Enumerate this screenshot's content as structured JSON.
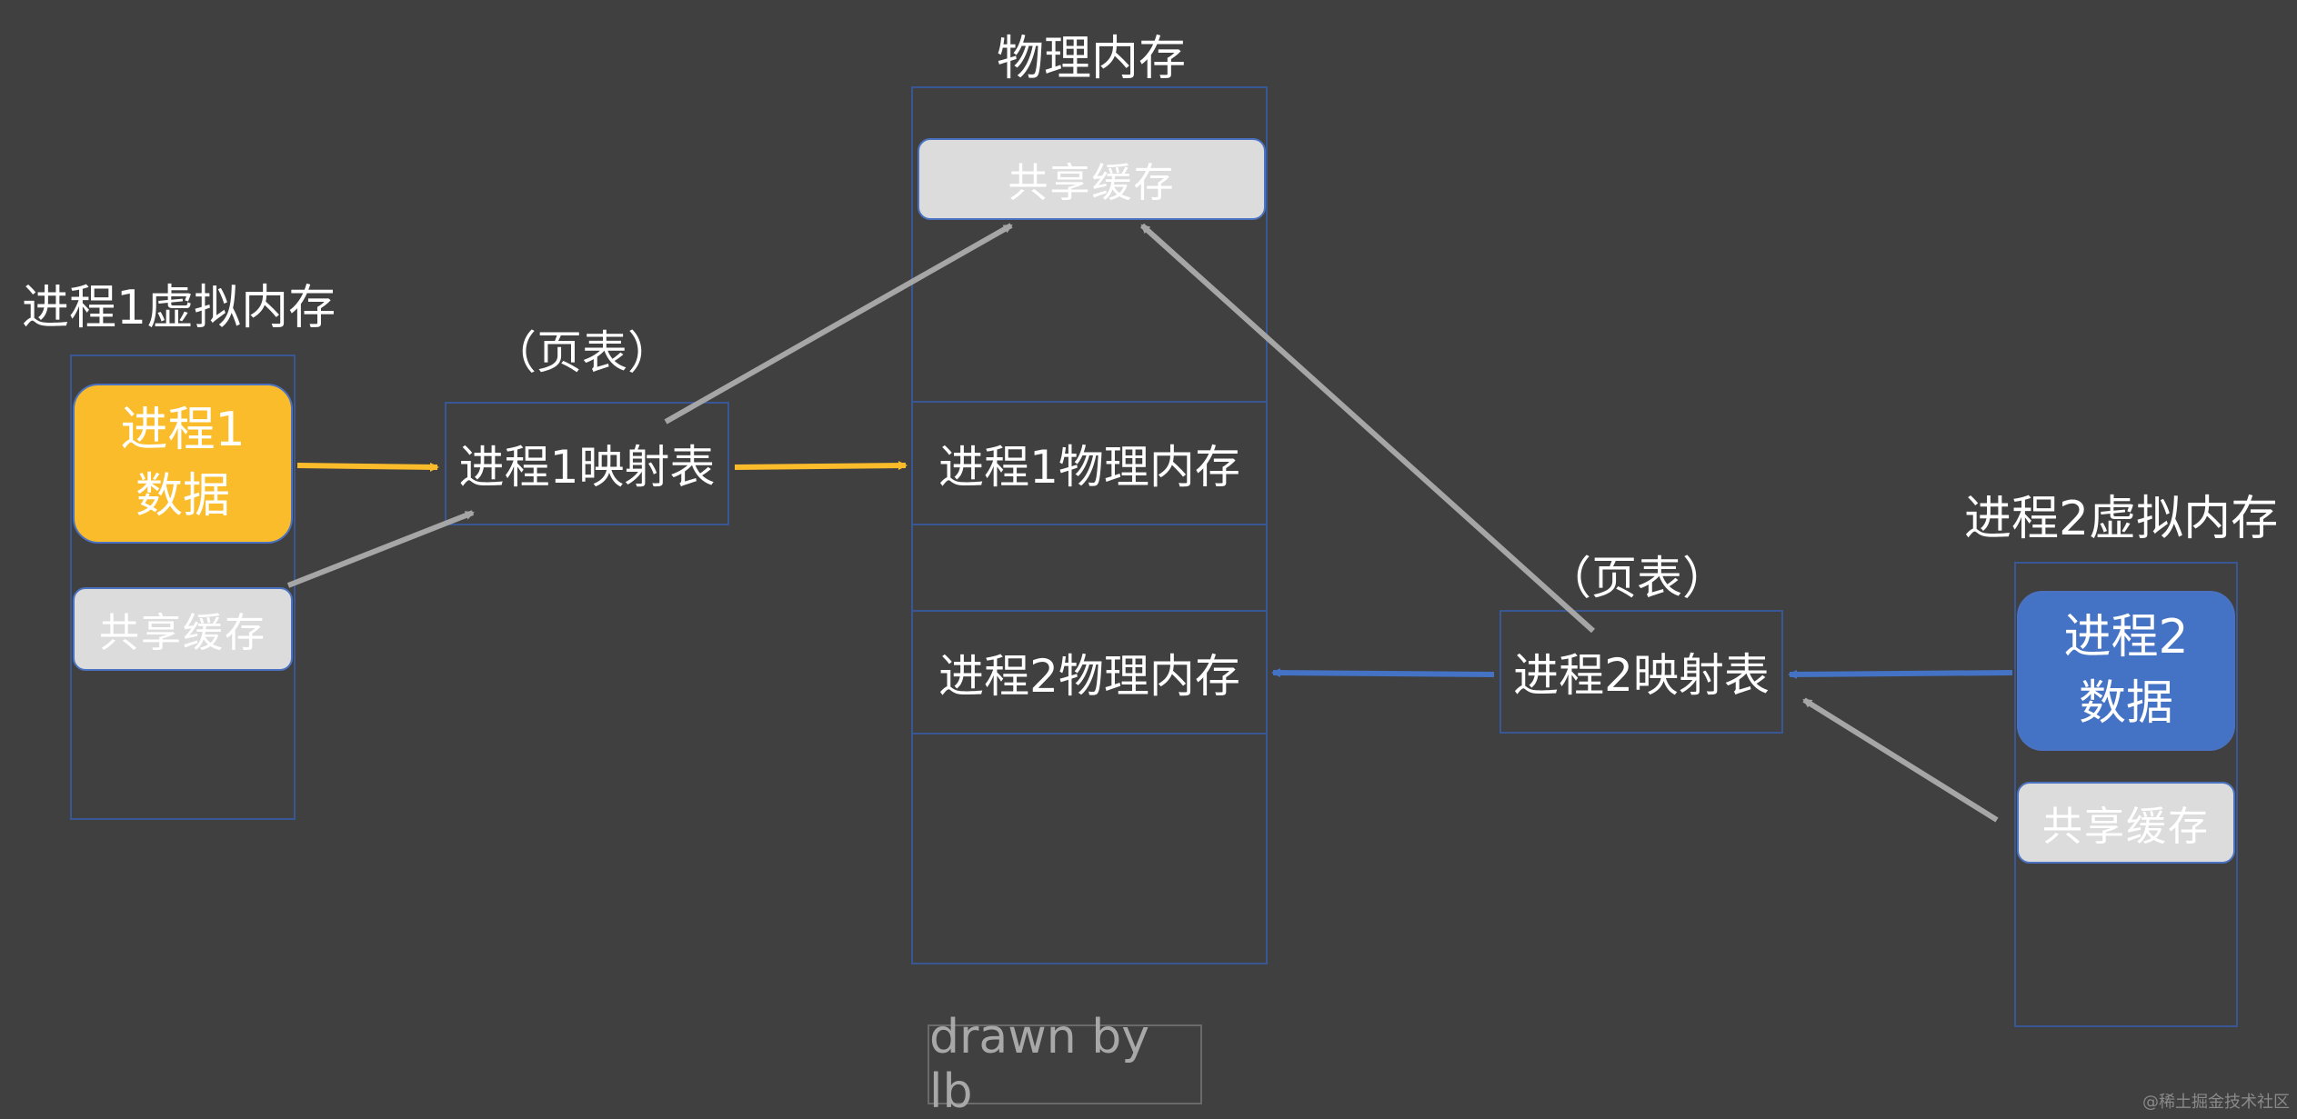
{
  "colors": {
    "background": "#404040",
    "frame": "#3a5795",
    "process1": "#fbbc2b",
    "process2": "#4472c4",
    "shared": "#dcdcdc",
    "gray_arrow": "#a6a6a6"
  },
  "physical": {
    "title": "物理内存",
    "shared_label": "共享缓存",
    "p1_label": "进程1物理内存",
    "p2_label": "进程2物理内存"
  },
  "process1": {
    "title": "进程1虚拟内存",
    "data_line1": "进程1",
    "data_line2": "数据",
    "shared_label": "共享缓存",
    "page_table_caption": "（页表）",
    "map_label": "进程1映射表"
  },
  "process2": {
    "title": "进程2虚拟内存",
    "data_line1": "进程2",
    "data_line2": "数据",
    "shared_label": "共享缓存",
    "page_table_caption": "（页表）",
    "map_label": "进程2映射表"
  },
  "footer": {
    "credit": "drawn by lb",
    "watermark": "@稀土掘金技术社区"
  }
}
